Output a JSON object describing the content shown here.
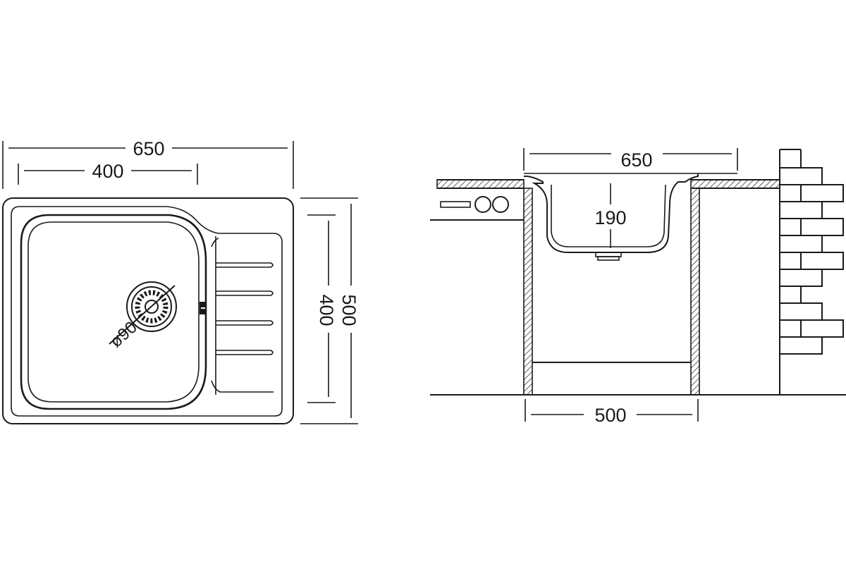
{
  "top_view": {
    "dim_total_width": "650",
    "dim_bowl_width": "400",
    "dim_total_depth": "500",
    "dim_bowl_depth": "400",
    "dim_drain_diameter": "ø90"
  },
  "side_view": {
    "dim_top_width": "650",
    "dim_bowl_height": "190",
    "dim_cabinet_width": "500"
  },
  "colors": {
    "line": "#1a1a1a",
    "background": "#ffffff"
  }
}
